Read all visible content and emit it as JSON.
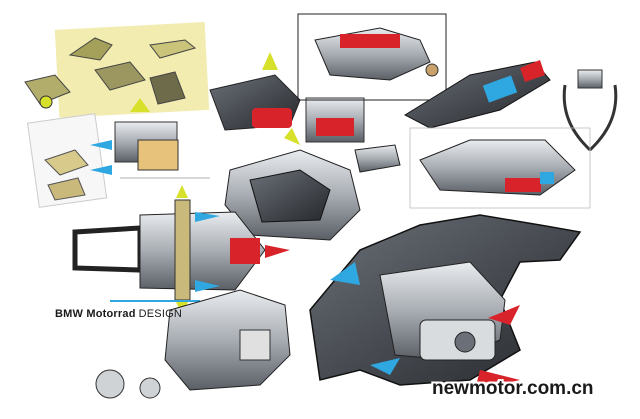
{
  "brand": {
    "bold": "BMW Motorrad",
    "regular": "DESIGN"
  },
  "watermark": "newmotor.com.cn",
  "colors": {
    "accent_red": "#d8232a",
    "accent_blue": "#2fa7e0",
    "accent_yellow_green": "#d7e02a",
    "paper_yellow": "#f2ecb0",
    "sketch_dark": "#3a3d42",
    "sketch_grey": "#9aa0a6"
  },
  "icons": [
    "arrow-icon",
    "exhaust-icon",
    "engine-icon",
    "motorcycle-icon",
    "grip-icon"
  ]
}
